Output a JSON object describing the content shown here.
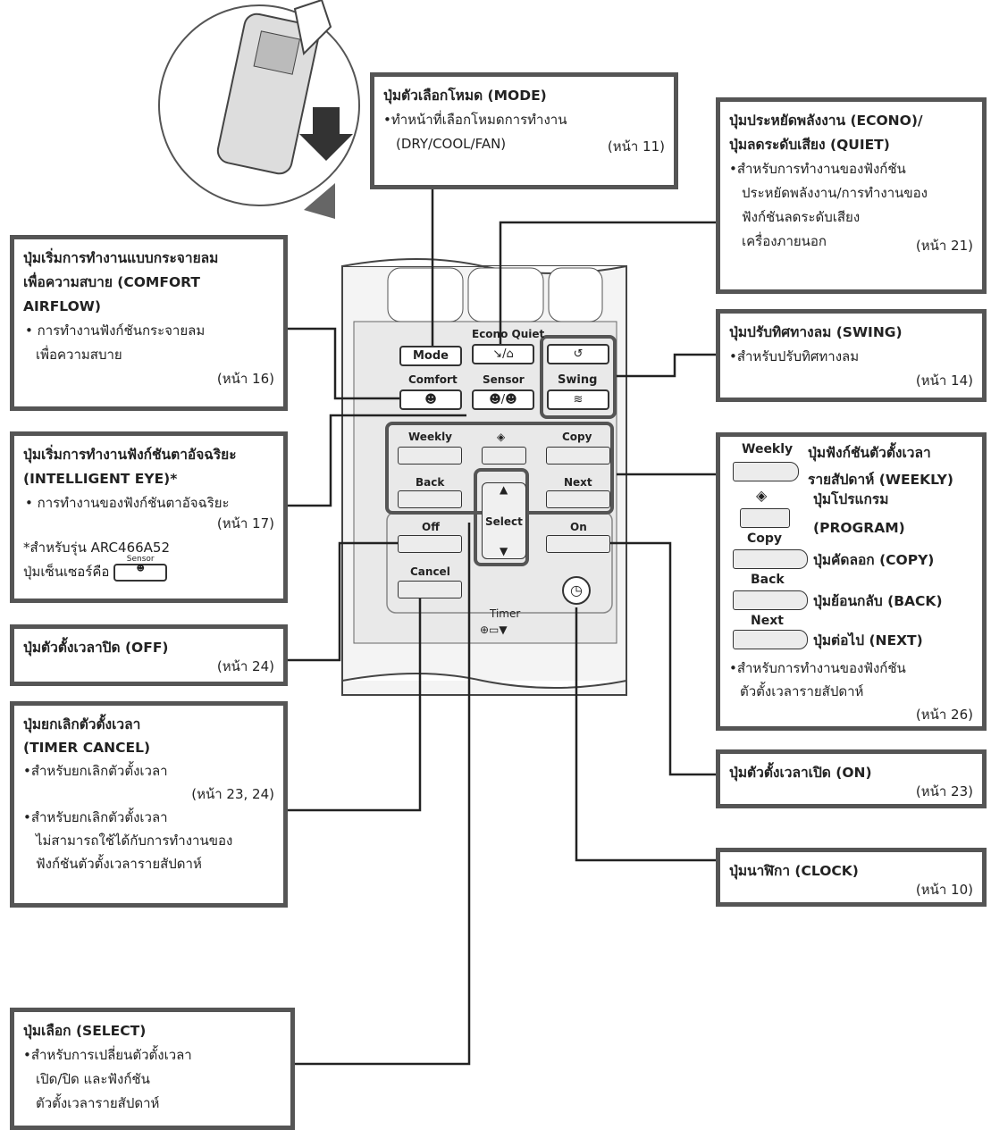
{
  "mode_box": {
    "title": "ปุ่มตัวเลือกโหมด (MODE)",
    "desc": "•ทำหน้าที่เลือกโหมดการทำงาน",
    "desc2": "(DRY/COOL/FAN)",
    "page": "(หน้า 11)"
  },
  "econo_box": {
    "title1": "ปุ่มประหยัดพลังงาน (ECONO)/",
    "title2": "ปุ่มลดระดับเสียง (QUIET)",
    "desc1": "•สำหรับการทำงานของฟังก์ชัน",
    "desc2": "ประหยัดพลังงาน/การทำงานของ",
    "desc3": "ฟังก์ชันลดระดับเสียง",
    "desc4": "เครื่องภายนอก",
    "page": "(หน้า 21)"
  },
  "comfort_box": {
    "title1": "ปุ่มเริ่มการทำงานแบบกระจายลม",
    "title2": "เพื่อความสบาย (COMFORT",
    "title3": "AIRFLOW)",
    "desc1": "• การทำงานฟังก์ชันกระจายลม",
    "desc2": "เพื่อความสบาย",
    "page": "(หน้า 16)"
  },
  "swing_box": {
    "title": "ปุ่มปรับทิศทางลม (SWING)",
    "desc": "•สำหรับปรับทิศทางลม",
    "page": "(หน้า 14)"
  },
  "eye_box": {
    "title1": "ปุ่มเริ่มการทำงานฟังก์ชันตาอัจฉริยะ",
    "title2": "(INTELLIGENT EYE)*",
    "desc": "• การทำงานของฟังก์ชันตาอัจฉริยะ",
    "page": "(หน้า 17)",
    "note1": "*สำหรับรุ่น ARC466A52",
    "note2": "ปุ่มเซ็นเซอร์คือ",
    "sensor_small": "Sensor"
  },
  "weekly_box": {
    "weekly_lbl": "Weekly",
    "weekly_desc1": "ปุ่มฟังก์ชันตัวตั้งเวลา",
    "weekly_desc2": "รายสัปดาห์ (WEEKLY)",
    "program_desc1": "ปุ่มโปรแกรม",
    "program_desc2": "(PROGRAM)",
    "copy_lbl": "Copy",
    "copy_desc": "ปุ่มคัดลอก (COPY)",
    "back_lbl": "Back",
    "back_desc": "ปุ่มย้อนกลับ (BACK)",
    "next_lbl": "Next",
    "next_desc": "ปุ่มต่อไป (NEXT)",
    "desc1": "•สำหรับการทำงานของฟังก์ชัน",
    "desc2": "ตัวตั้งเวลารายสัปดาห์",
    "page": "(หน้า 26)"
  },
  "off_box": {
    "title": "ปุ่มตัวตั้งเวลาปิด (OFF)",
    "page": "(หน้า 24)"
  },
  "on_box": {
    "title": "ปุ่มตัวตั้งเวลาเปิด (ON)",
    "page": "(หน้า 23)"
  },
  "cancel_box": {
    "title1": "ปุ่มยกเลิกตัวตั้งเวลา",
    "title2": "(TIMER CANCEL)",
    "desc1": "•สำหรับยกเลิกตัวตั้งเวลา",
    "page1": "(หน้า 23, 24)",
    "desc2": "•สำหรับยกเลิกตัวตั้งเวลา",
    "desc3": "ไม่สามารถใช้ได้กับการทำงานของ",
    "desc4": "ฟังก์ชันตัวตั้งเวลารายสัปดาห์"
  },
  "clock_box": {
    "title": "ปุ่มนาฬิกา (CLOCK)",
    "page": "(หน้า 10)"
  },
  "select_box": {
    "title": "ปุ่มเลือก (SELECT)",
    "desc1": "•สำหรับการเปลี่ยนตัวตั้งเวลา",
    "desc2": "เปิด/ปิด และฟังก์ชัน",
    "desc3": "ตัวตั้งเวลารายสัปดาห์"
  },
  "remote": {
    "mode": "Mode",
    "econo": "Econo",
    "quiet": "Quiet",
    "comfort": "Comfort",
    "sensor": "Sensor",
    "swing": "Swing",
    "weekly": "Weekly",
    "copy": "Copy",
    "back": "Back",
    "next": "Next",
    "off": "Off",
    "select": "Select",
    "on": "On",
    "cancel": "Cancel",
    "timer": "Timer"
  }
}
